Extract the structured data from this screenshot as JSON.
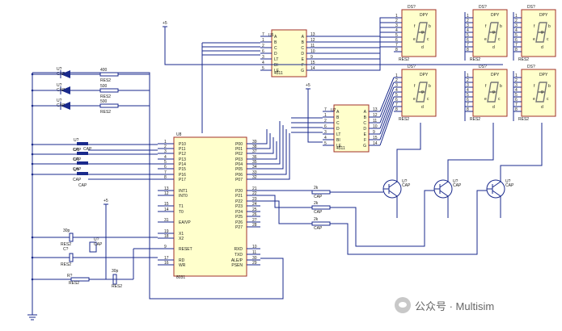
{
  "u8": {
    "ref": "U8",
    "part": "8031",
    "left_pins": [
      {
        "num": "1",
        "name": "P10"
      },
      {
        "num": "2",
        "name": "P11"
      },
      {
        "num": "3",
        "name": "P12"
      },
      {
        "num": "4",
        "name": "P13"
      },
      {
        "num": "5",
        "name": "P14"
      },
      {
        "num": "6",
        "name": "P15"
      },
      {
        "num": "7",
        "name": "P16"
      },
      {
        "num": "8",
        "name": "P17"
      },
      {
        "num": "13",
        "name": "INT1"
      },
      {
        "num": "12",
        "name": "INT0"
      },
      {
        "num": "15",
        "name": "T1"
      },
      {
        "num": "14",
        "name": "T0"
      },
      {
        "num": "31",
        "name": "EA/VP"
      },
      {
        "num": "19",
        "name": "X1"
      },
      {
        "num": "18",
        "name": "X2"
      },
      {
        "num": "9",
        "name": "RESET"
      },
      {
        "num": "17",
        "name": "RD"
      },
      {
        "num": "16",
        "name": "WR"
      }
    ],
    "right_pins": [
      {
        "num": "39",
        "name": "P00"
      },
      {
        "num": "38",
        "name": "P01"
      },
      {
        "num": "37",
        "name": "P02"
      },
      {
        "num": "36",
        "name": "P03"
      },
      {
        "num": "35",
        "name": "P04"
      },
      {
        "num": "34",
        "name": "P05"
      },
      {
        "num": "33",
        "name": "P06"
      },
      {
        "num": "32",
        "name": "P07"
      },
      {
        "num": "21",
        "name": "P20"
      },
      {
        "num": "22",
        "name": "P21"
      },
      {
        "num": "23",
        "name": "P22"
      },
      {
        "num": "24",
        "name": "P23"
      },
      {
        "num": "25",
        "name": "P24"
      },
      {
        "num": "26",
        "name": "P25"
      },
      {
        "num": "27",
        "name": "P26"
      },
      {
        "num": "28",
        "name": "P27"
      },
      {
        "num": "10",
        "name": "RXD"
      },
      {
        "num": "11",
        "name": "TXD"
      },
      {
        "num": "30",
        "name": "ALE/P"
      },
      {
        "num": "29",
        "name": "PSEN"
      }
    ]
  },
  "decoders": [
    {
      "ref": "U5",
      "part": "4511",
      "in_pins": [
        {
          "num": "7",
          "name": "A"
        },
        {
          "num": "1",
          "name": "B"
        },
        {
          "num": "2",
          "name": "C"
        },
        {
          "num": "6",
          "name": "D"
        },
        {
          "num": "3",
          "name": "LT"
        },
        {
          "num": "4",
          "name": "BI"
        },
        {
          "num": "5",
          "name": "LE"
        }
      ],
      "out_pins": [
        {
          "num": "13",
          "name": "A"
        },
        {
          "num": "12",
          "name": "B"
        },
        {
          "num": "11",
          "name": "C"
        },
        {
          "num": "10",
          "name": "D"
        },
        {
          "num": "9",
          "name": "E"
        },
        {
          "num": "15",
          "name": "F"
        },
        {
          "num": "14",
          "name": "G"
        }
      ]
    },
    {
      "ref": "U7",
      "part": "4511",
      "in_pins": [
        {
          "num": "7",
          "name": "A"
        },
        {
          "num": "1",
          "name": "B"
        },
        {
          "num": "2",
          "name": "C"
        },
        {
          "num": "6",
          "name": "D"
        },
        {
          "num": "3",
          "name": "LT"
        },
        {
          "num": "4",
          "name": "BI"
        },
        {
          "num": "5",
          "name": "LE"
        }
      ],
      "out_pins": [
        {
          "num": "13",
          "name": "A"
        },
        {
          "num": "12",
          "name": "B"
        },
        {
          "num": "11",
          "name": "C"
        },
        {
          "num": "10",
          "name": "D"
        },
        {
          "num": "9",
          "name": "E"
        },
        {
          "num": "15",
          "name": "F"
        },
        {
          "num": "14",
          "name": "G"
        }
      ]
    }
  ],
  "displays": [
    {
      "ref": "DS?",
      "dp": "DPY"
    },
    {
      "ref": "DS?",
      "dp": "DPY"
    },
    {
      "ref": "DS?",
      "dp": "DPY"
    },
    {
      "ref": "DS?",
      "dp": "DPY"
    },
    {
      "ref": "DS?",
      "dp": "DPY"
    },
    {
      "ref": "DS?",
      "dp": "DPY"
    }
  ],
  "display_labels": [
    "RES2",
    "RES2",
    "RES2",
    "RES2",
    "RES2",
    "RES2"
  ],
  "segment_letters": [
    "a",
    "b",
    "c",
    "d",
    "e",
    "f",
    "g",
    "dp"
  ],
  "transistors": [
    {
      "ref": "U?",
      "cap": "CAP"
    },
    {
      "ref": "U?",
      "cap": "CAP"
    },
    {
      "ref": "U?",
      "cap": "CAP"
    }
  ],
  "transistor_resistors": [
    {
      "val": "2k",
      "cap": "CAP"
    },
    {
      "val": "2k",
      "cap": "CAP"
    },
    {
      "val": "2k",
      "cap": "CAP"
    }
  ],
  "leds": [
    {
      "ref": "U?",
      "cap": "CAP",
      "res_val": "400",
      "res_ref": "RES2"
    },
    {
      "ref": "U?",
      "cap": "CAP",
      "res_val": "500",
      "res_ref": "RES2"
    },
    {
      "ref": "U?",
      "cap": "CAP",
      "res_val": "500",
      "res_ref": "RES2"
    }
  ],
  "switches": [
    {
      "ref": "U?",
      "cap": "CAP"
    },
    {
      "ref": "U?",
      "cap": "CAP"
    },
    {
      "ref": "U?",
      "cap": "CAP"
    },
    {
      "ref": "U?",
      "cap": "CAP"
    }
  ],
  "power_labels": [
    "+5",
    "+5",
    "+5"
  ],
  "crystal": {
    "c1_val": "30p",
    "c1_ref": "RES2",
    "c2_ref": "C?",
    "c2_ref2": "RES2",
    "x_ref": "U?",
    "x_cap": "CAP"
  },
  "reset": {
    "r_ref": "R?",
    "r_ref2": "RES2",
    "c_val": "30p",
    "c_ref": "RES2"
  },
  "watermark": {
    "text": "公众号 · Multisim"
  }
}
